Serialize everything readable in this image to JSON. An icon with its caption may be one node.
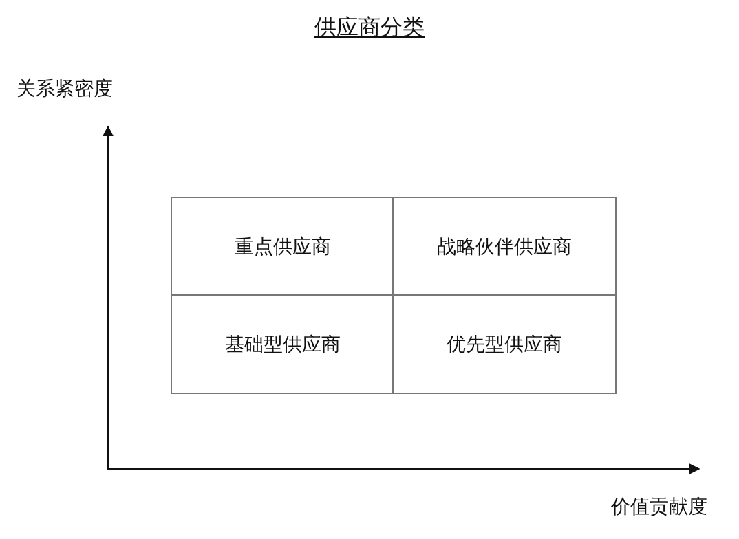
{
  "diagram": {
    "title": "供应商分类",
    "nodes": [
      {
        "text": [
          "重点供应商"
        ]
      },
      {
        "text": [
          "战略伙伴供应商"
        ]
      },
      {
        "text": [
          "基础型供应商"
        ]
      },
      {
        "text": [
          "优先型供应商"
        ]
      }
    ],
    "edges": [],
    "labels": [
      "关系紧密度",
      "价值贡献度"
    ]
  }
}
